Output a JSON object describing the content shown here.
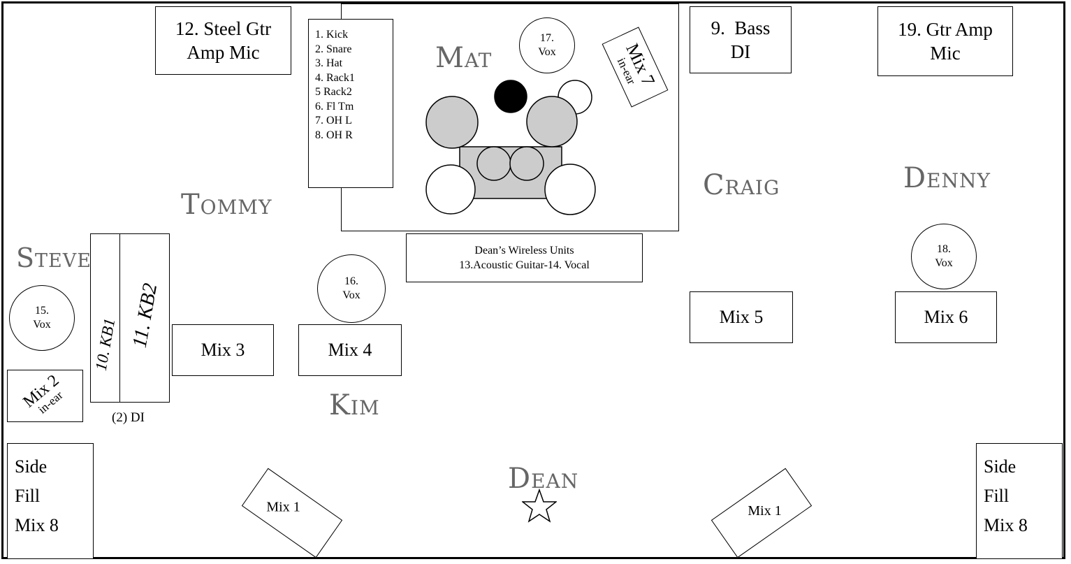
{
  "mics": {
    "steel_gtr": "12. Steel Gtr\nAmp Mic",
    "bass_di": "9.  Bass\nDI",
    "gtr_amp": "19. Gtr Amp\nMic"
  },
  "drum_list": [
    "1. Kick",
    "2. Snare",
    "3. Hat",
    "4. Rack1",
    "5 Rack2",
    "6. Fl Tm",
    "7. OH L",
    "8. OH R"
  ],
  "vox": {
    "v17": "17.\nVox",
    "v16": "16.\nVox",
    "v15": "15.\nVox",
    "v18": "18.\nVox"
  },
  "mixes": {
    "mix7": "Mix 7",
    "mix7_sub": "in-ear",
    "mix2": "Mix 2",
    "mix2_sub": "in-ear",
    "mix3": "Mix 3",
    "mix4": "Mix 4",
    "mix5": "Mix 5",
    "mix6": "Mix 6",
    "mix1_left": "Mix 1",
    "mix1_right": "Mix 1"
  },
  "side_fill_left": "Side\nFill\nMix 8",
  "side_fill_right": "Side\nFill\nMix 8",
  "wireless": "Dean’s Wireless Units\n13.Acoustic Guitar-14. Vocal",
  "keyboards": {
    "kb1": "10. KB1",
    "kb2": "11. KB2",
    "di": "(2) DI"
  },
  "names": {
    "mat": "Mat",
    "tommy": "Tommy",
    "steve": "Steve",
    "kim": "Kim",
    "craig": "Craig",
    "denny": "Denny",
    "dean": "Dean"
  },
  "colors": {
    "drum_fill": "#cccccc",
    "kick_fill": "#000000",
    "name_color": "#666666"
  }
}
